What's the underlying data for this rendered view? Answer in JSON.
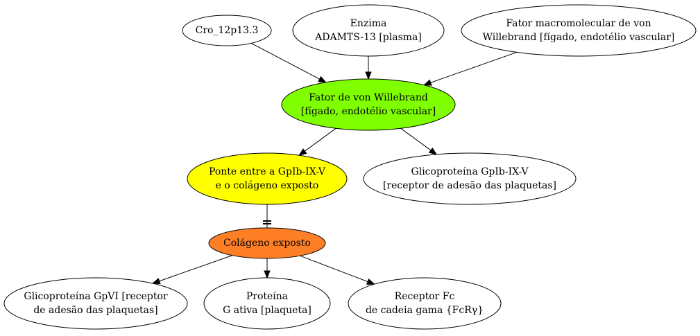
{
  "colors": {
    "background": "#ffffff",
    "stroke": "#000000",
    "green": "#7fff00",
    "yellow": "#ffff00",
    "orange": "#ff7f27",
    "white": "#ffffff"
  },
  "nodes": {
    "cro": {
      "lines": [
        "Cro_12p13.3"
      ],
      "fill": "#ffffff"
    },
    "enzima": {
      "lines": [
        "Enzima",
        "ADAMTS-13 [plasma]"
      ],
      "fill": "#ffffff"
    },
    "fator_macro": {
      "lines": [
        "Fator macromolecular de von",
        "Willebrand [fígado, endotélio vascular]"
      ],
      "fill": "#ffffff"
    },
    "vwf": {
      "lines": [
        "Fator de von Willebrand",
        "[fígado, endotélio vascular]"
      ],
      "fill": "#7fff00"
    },
    "ponte": {
      "lines": [
        "Ponte entre a GpIb-IX-V",
        "e o colágeno exposto"
      ],
      "fill": "#ffff00"
    },
    "gpib": {
      "lines": [
        "Glicoproteína GpIb-IX-V",
        "[receptor de adesão das plaquetas]"
      ],
      "fill": "#ffffff"
    },
    "colageno": {
      "lines": [
        "Colágeno exposto"
      ],
      "fill": "#ff7f27"
    },
    "gpvi": {
      "lines": [
        "Glicoproteína GpVI [receptor",
        "de adesão das plaquetas]"
      ],
      "fill": "#ffffff"
    },
    "proteina_g": {
      "lines": [
        "Proteína",
        "G ativa [plaqueta]"
      ],
      "fill": "#ffffff"
    },
    "fc": {
      "lines": [
        "Receptor Fc",
        "de cadeia gama {FcRγ}"
      ],
      "fill": "#ffffff"
    }
  },
  "edges": [
    {
      "from": "cro",
      "to": "vwf",
      "type": "arrow"
    },
    {
      "from": "enzima",
      "to": "vwf",
      "type": "arrow"
    },
    {
      "from": "fator_macro",
      "to": "vwf",
      "type": "arrow"
    },
    {
      "from": "vwf",
      "to": "ponte",
      "type": "arrow"
    },
    {
      "from": "vwf",
      "to": "gpib",
      "type": "arrow"
    },
    {
      "from": "ponte",
      "to": "colageno",
      "type": "tee"
    },
    {
      "from": "colageno",
      "to": "gpvi",
      "type": "arrow"
    },
    {
      "from": "colageno",
      "to": "proteina_g",
      "type": "arrow"
    },
    {
      "from": "colageno",
      "to": "fc",
      "type": "arrow"
    }
  ]
}
